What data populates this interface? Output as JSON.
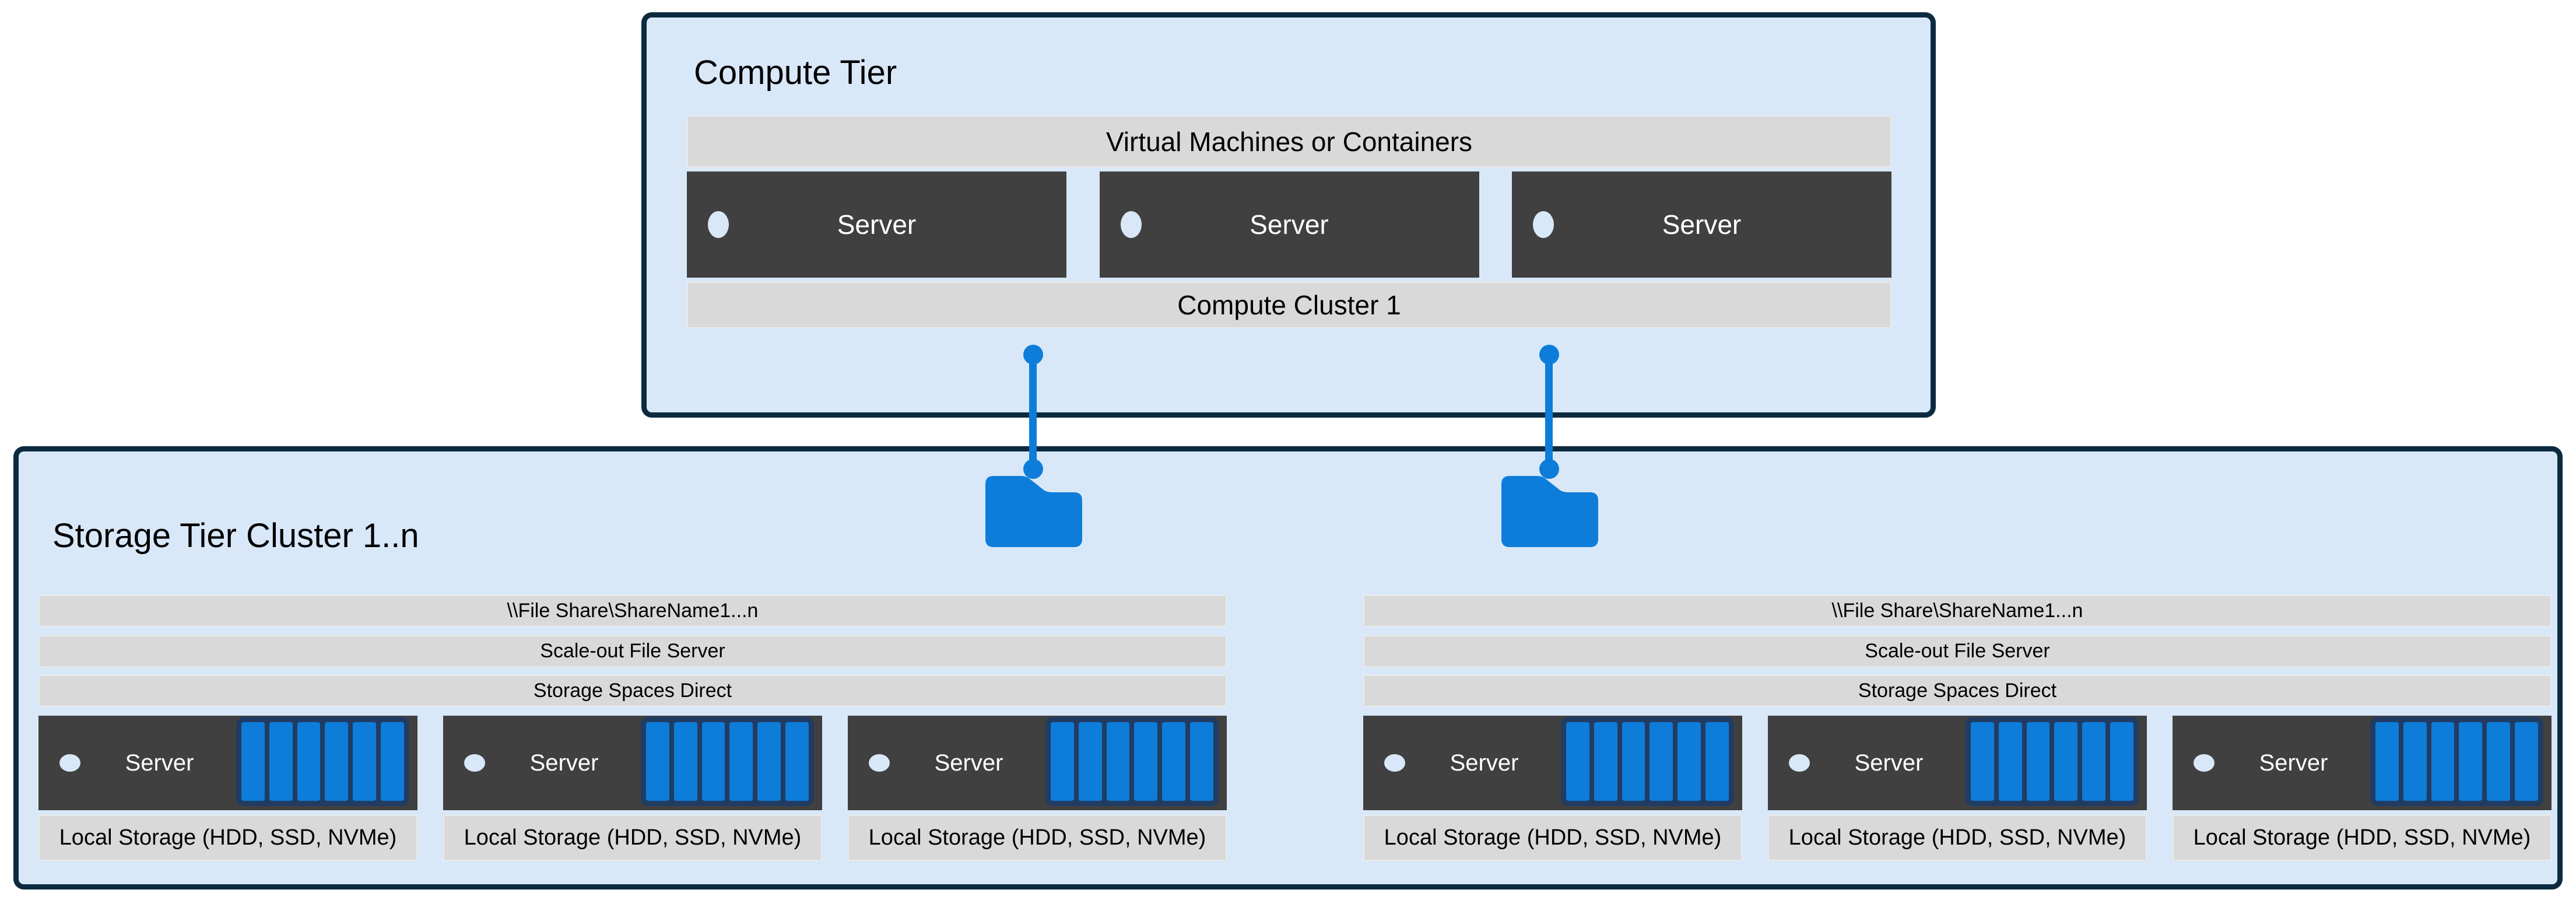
{
  "colors": {
    "tier_fill": "#d9e8f8",
    "tier_border": "#0d2b40",
    "bar_bg": "#d9d9d9",
    "server_bg": "#404040",
    "accent_blue": "#0d7dd9",
    "disk_frame": "#213c63",
    "led": "#d9e8f8",
    "text_dark": "#000000",
    "text_light": "#ffffff"
  },
  "compute_tier": {
    "title": "Compute Tier",
    "vm_bar": "Virtual Machines or Containers",
    "cluster_bar": "Compute Cluster 1",
    "servers": [
      {
        "label": "Server"
      },
      {
        "label": "Server"
      },
      {
        "label": "Server"
      }
    ]
  },
  "storage_tier": {
    "title": "Storage Tier Cluster 1..n",
    "disks_per_server": 6,
    "clusters": [
      {
        "file_share_bar": "\\\\File Share\\ShareName1...n",
        "sofs_bar": "Scale-out File Server",
        "s2d_bar": "Storage Spaces Direct",
        "servers": [
          {
            "label": "Server"
          },
          {
            "label": "Server"
          },
          {
            "label": "Server"
          }
        ],
        "local_storage": [
          "Local Storage (HDD, SSD, NVMe)",
          "Local Storage (HDD, SSD, NVMe)",
          "Local Storage (HDD, SSD, NVMe)"
        ]
      },
      {
        "file_share_bar": "\\\\File Share\\ShareName1...n",
        "sofs_bar": "Scale-out File Server",
        "s2d_bar": "Storage Spaces Direct",
        "servers": [
          {
            "label": "Server"
          },
          {
            "label": "Server"
          },
          {
            "label": "Server"
          }
        ],
        "local_storage": [
          "Local Storage (HDD, SSD, NVMe)",
          "Local Storage (HDD, SSD, NVMe)",
          "Local Storage (HDD, SSD, NVMe)"
        ]
      }
    ]
  }
}
